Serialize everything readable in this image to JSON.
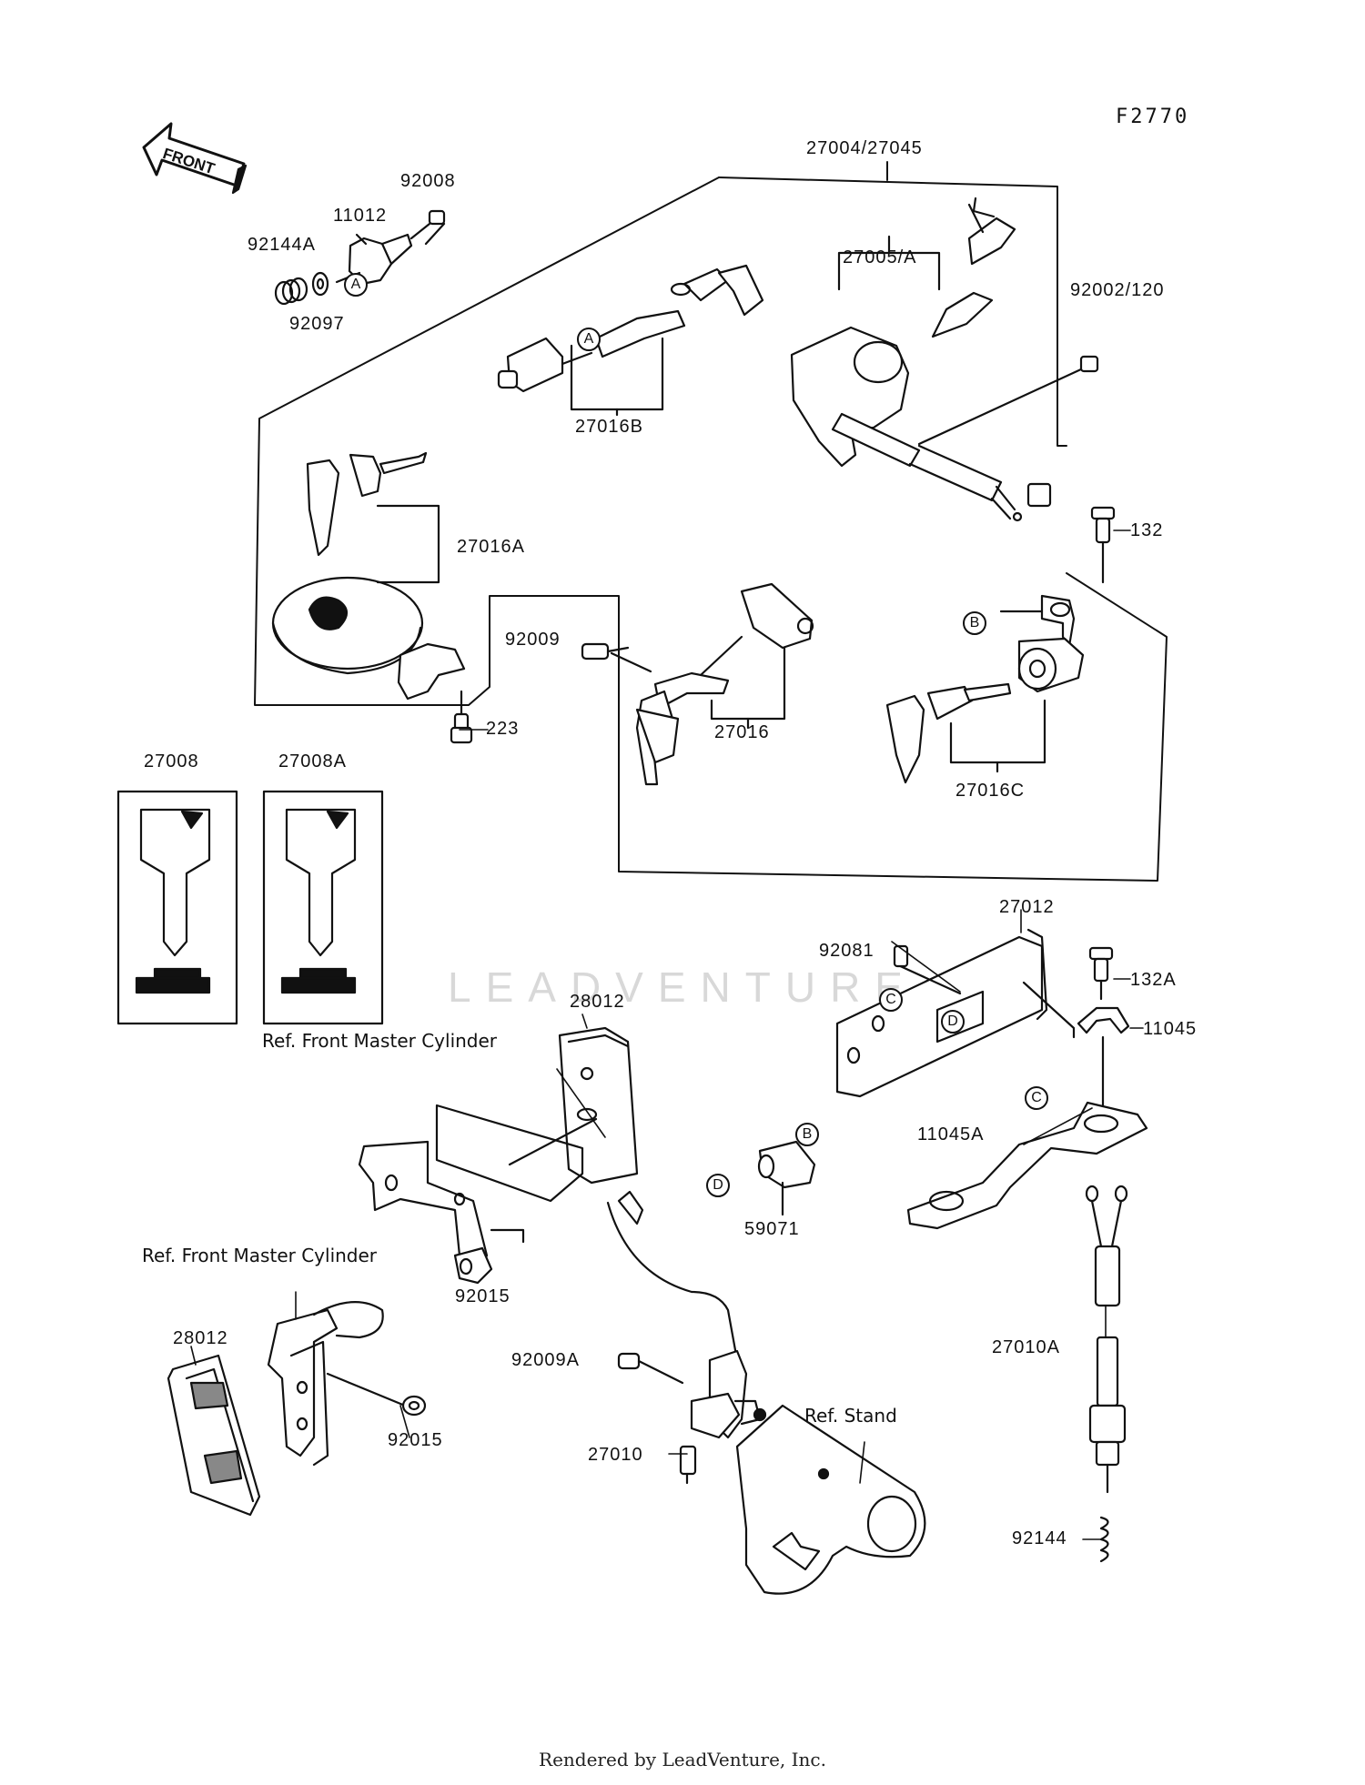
{
  "diagram_code": "F2770",
  "front_arrow_text": "FRONT",
  "watermark_text": "LEADVENTURE",
  "footer_text": "Rendered by LeadVenture, Inc.",
  "part_numbers": {
    "p27004_27045": "27004/27045",
    "p92008": "92008",
    "p11012": "11012",
    "p92144A": "92144A",
    "p92097": "92097",
    "p27005A": "27005/A",
    "p92002_120": "92002/120",
    "p27016B": "27016B",
    "p27016A": "27016A",
    "p132": "132",
    "p92009": "92009",
    "p27016": "27016",
    "p27016C": "27016C",
    "p223": "223",
    "p27008": "27008",
    "p27008A": "27008A",
    "p27012": "27012",
    "p92081": "92081",
    "p132A": "132A",
    "p11045": "11045",
    "p28012_top": "28012",
    "p11045A": "11045A",
    "p59071": "59071",
    "p92015_top": "92015",
    "p28012_bottom": "28012",
    "p92015_bottom": "92015",
    "p92009A": "92009A",
    "p27010": "27010",
    "p27010A": "27010A",
    "p92144": "92144"
  },
  "reference_labels": {
    "ref_master_cyl_1": "Ref. Front Master Cylinder",
    "ref_master_cyl_2": "Ref. Front Master Cylinder",
    "ref_stand": "Ref. Stand"
  },
  "callouts": {
    "a1": "A",
    "a2": "A",
    "b1": "B",
    "b2": "B",
    "c1": "C",
    "c2": "C",
    "d1": "D",
    "d2": "D"
  },
  "colors": {
    "line": "#111111",
    "watermark": "#d8d8d8"
  }
}
